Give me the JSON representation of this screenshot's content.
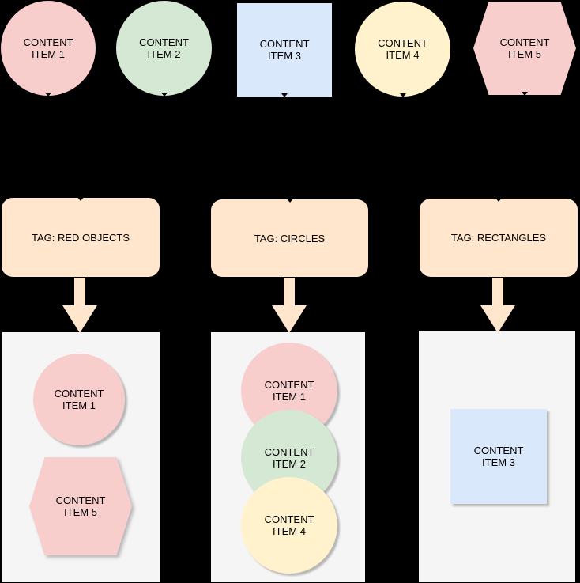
{
  "canvas": {
    "background": "#000000"
  },
  "colors": {
    "item_pink": "#f8cecc",
    "item_green": "#d5e8d4",
    "item_blue": "#dae8fc",
    "item_yellow": "#fff2cc",
    "tag_peach": "#ffe6cc",
    "container_gray": "#f5f5f5",
    "text": "#000000",
    "connector_stub": "#000000"
  },
  "source_items": [
    {
      "label": "CONTENT ITEM 1",
      "shape": "circle",
      "color": "#f8cecc"
    },
    {
      "label": "CONTENT ITEM 2",
      "shape": "circle",
      "color": "#d5e8d4"
    },
    {
      "label": "CONTENT ITEM 3",
      "shape": "square",
      "color": "#dae8fc"
    },
    {
      "label": "CONTENT ITEM 4",
      "shape": "circle",
      "color": "#fff2cc"
    },
    {
      "label": "CONTENT ITEM 5",
      "shape": "hexagon",
      "color": "#f8cecc"
    }
  ],
  "tags": [
    {
      "label": "TAG: RED OBJECTS"
    },
    {
      "label": "TAG: CIRCLES"
    },
    {
      "label": "TAG: RECTANGLES"
    }
  ],
  "collections": [
    {
      "tag": "TAG: RED OBJECTS",
      "items": [
        {
          "label": "CONTENT ITEM 1",
          "shape": "circle",
          "color": "#f8cecc"
        },
        {
          "label": "CONTENT ITEM 5",
          "shape": "hexagon",
          "color": "#f8cecc"
        }
      ]
    },
    {
      "tag": "TAG: CIRCLES",
      "items": [
        {
          "label": "CONTENT ITEM 1",
          "shape": "circle",
          "color": "#f8cecc"
        },
        {
          "label": "CONTENT ITEM 2",
          "shape": "circle",
          "color": "#d5e8d4"
        },
        {
          "label": "CONTENT ITEM 4",
          "shape": "circle",
          "color": "#fff2cc"
        }
      ]
    },
    {
      "tag": "TAG: RECTANGLES",
      "items": [
        {
          "label": "CONTENT ITEM 3",
          "shape": "square",
          "color": "#dae8fc"
        }
      ]
    }
  ]
}
